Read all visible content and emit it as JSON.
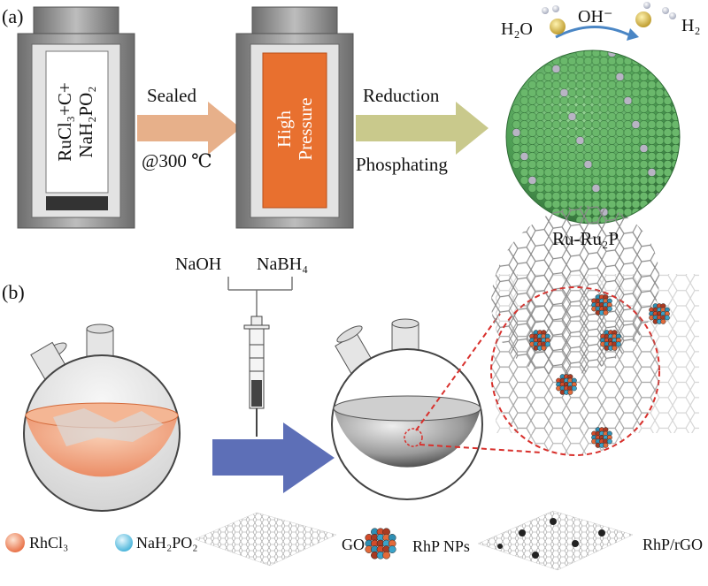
{
  "panel_a": {
    "label": "(a)",
    "vessel1_text_line1": "RuCl₃+C+",
    "vessel1_text_line2": "NaH₂PO₂",
    "arrow1_top": "Sealed",
    "arrow1_bottom": "@300 ℃",
    "vessel2_text_line1": "High",
    "vessel2_text_line2": "Pressure",
    "arrow2_top": "Reduction",
    "arrow2_bottom": "Phosphating",
    "h2o": "H₂O",
    "oh": "OH⁻",
    "h2": "H₂",
    "particle_label": "Ru-Ru₂P"
  },
  "panel_b": {
    "label": "(b)",
    "reagent1": "NaOH",
    "reagent2": "NaBH₄"
  },
  "legend": {
    "rhcl3": "RhCl₃",
    "nah2po2": "NaH₂PO₂",
    "go": "GO",
    "rhp": "RhP NPs",
    "rhp_rgo": "RhP/rGO"
  },
  "colors": {
    "vessel_gray": "#8f8f8f",
    "orange_fill": "#e8702f",
    "arrow1": "#e7b08a",
    "arrow2": "#c9c98c",
    "blue_arrow": "#5d6fb7",
    "green_sphere": "#5aa55e",
    "red_dashed": "#d8302c"
  }
}
